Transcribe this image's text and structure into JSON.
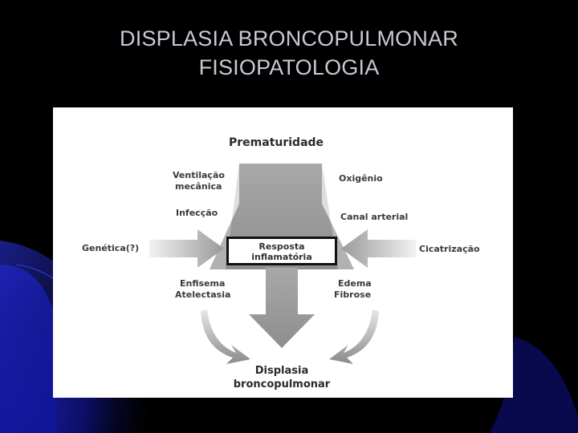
{
  "slide": {
    "title_line1": "DISPLASIA BRONCOPULMONAR",
    "title_line2": "FISIOPATOLOGIA"
  },
  "diagram": {
    "top": "Prematuridade",
    "ventilacao_line1": "Ventilação",
    "ventilacao_line2": "mecânica",
    "infeccao": "Infecção",
    "oxigenio": "Oxigênio",
    "canal": "Canal arterial",
    "genetica": "Genética(?)",
    "cicatrizacao": "Cicatrização",
    "center_line1": "Resposta",
    "center_line2": "inflamatória",
    "enfisema_line1": "Enfisema",
    "enfisema_line2": "Atelectasia",
    "edema_line1": "Edema",
    "edema_line2": "Fibrose",
    "bottom_line1": "Displasia",
    "bottom_line2": "broncopulmonar"
  },
  "colors": {
    "background": "#000000",
    "accent_blue": "#1a1aa0",
    "title_text": "#c9c9d6",
    "arrow_gray": "#9a9a9a"
  }
}
